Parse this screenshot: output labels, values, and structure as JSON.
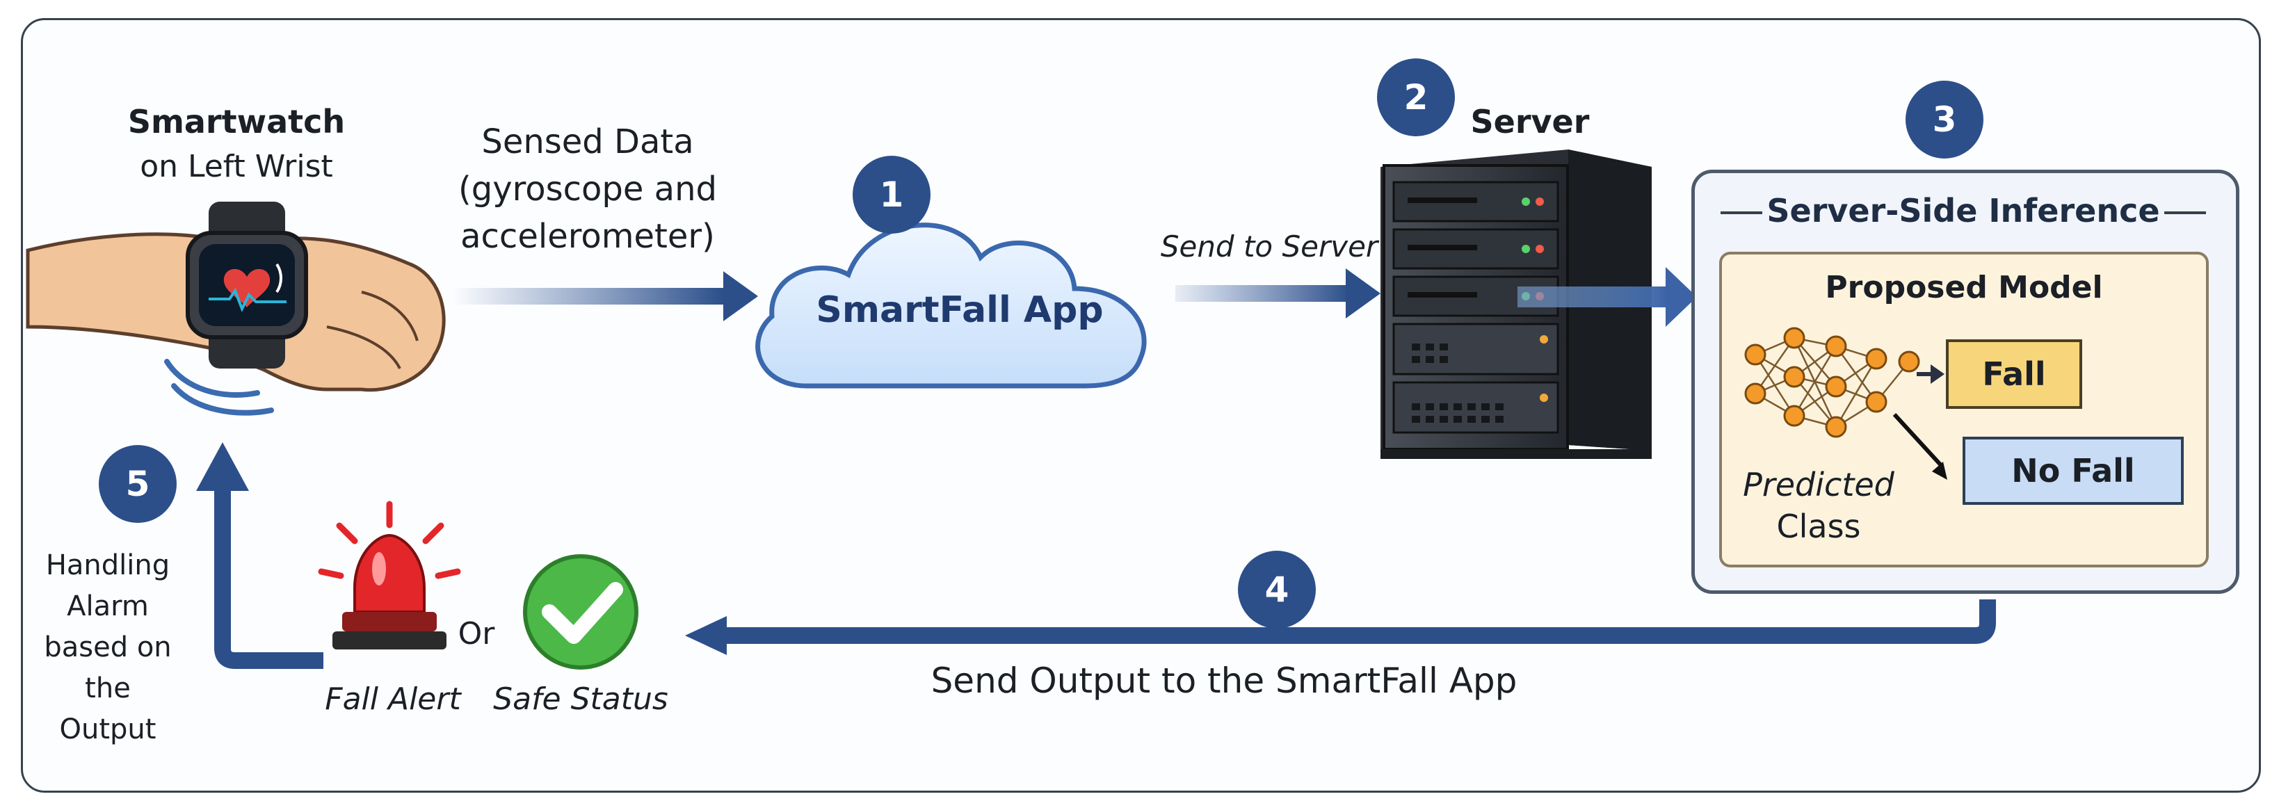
{
  "smartwatch": {
    "title": "Smartwatch",
    "subtitle": "on Left Wrist"
  },
  "sensed": {
    "line1": "Sensed Data",
    "line2": "(gyroscope and",
    "line3": "accelerometer)"
  },
  "app": {
    "label": "SmartFall App",
    "badge": "1"
  },
  "send_to_server": "Send to Server",
  "server": {
    "label": "Server",
    "badge": "2"
  },
  "inference": {
    "badge": "3",
    "title": "Server-Side Inference",
    "model": "Proposed Model",
    "fall": "Fall",
    "no_fall": "No Fall",
    "predicted1": "Predicted",
    "predicted2": "Class"
  },
  "output": {
    "badge": "4",
    "label": "Send Output to the SmartFall App"
  },
  "alarm": {
    "badge": "5",
    "lines": [
      "Handling",
      "Alarm",
      "based on",
      "the",
      "Output"
    ],
    "fall_alert": "Fall Alert",
    "or": "Or",
    "safe_status": "Safe Status"
  },
  "colors": {
    "badge": "#2c4f8a",
    "arrow": "#3a5f9c",
    "cloud": "#d8e9fb",
    "fall": "#f7d57b",
    "no_fall": "#c9dcf6"
  }
}
